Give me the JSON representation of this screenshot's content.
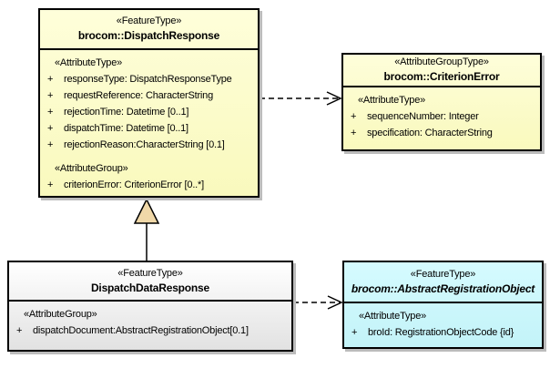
{
  "diagram": {
    "visibility_marker": "+",
    "classes": {
      "dispatch_response": {
        "stereotype": "«FeatureType»",
        "name": "brocom::DispatchResponse",
        "attribute_type_header": "«AttributeType»",
        "attribute_type_attrs": [
          "responseType: DispatchResponseType",
          "requestReference: CharacterString",
          "rejectionTime: Datetime [0..1]",
          "dispatchTime: Datetime [0..1]",
          "rejectionReason:CharacterString [0.1]"
        ],
        "attribute_group_header": "«AttributeGroup»",
        "attribute_group_attrs": [
          "criterionError: CriterionError [0..*]"
        ]
      },
      "criterion_error": {
        "stereotype": "«AttributeGroupType»",
        "name": "brocom::CriterionError",
        "attribute_type_header": "«AttributeType»",
        "attribute_type_attrs": [
          "sequenceNumber: Integer",
          "specification: CharacterString"
        ]
      },
      "dispatch_data_response": {
        "stereotype": "«FeatureType»",
        "name": "DispatchDataResponse",
        "attribute_group_header": "«AttributeGroup»",
        "attribute_group_attrs": [
          "dispatchDocument:AbstractRegistrationObject[0.1]"
        ]
      },
      "abstract_registration_object": {
        "stereotype": "«FeatureType»",
        "name": "brocom::AbstractRegistrationObject",
        "attribute_type_header": "«AttributeType»",
        "attribute_type_attrs": [
          "broId: RegistrationObjectCode {id}"
        ]
      }
    },
    "relationships": [
      {
        "type": "generalization",
        "from": "DispatchDataResponse",
        "to": "brocom::DispatchResponse"
      },
      {
        "type": "dependency",
        "from": "brocom::DispatchResponse",
        "to": "brocom::CriterionError"
      },
      {
        "type": "dependency",
        "from": "DispatchDataResponse",
        "to": "brocom::AbstractRegistrationObject"
      }
    ],
    "colors": {
      "class_fill_yellow": "#FBFBC4",
      "class_fill_plain": "#F0F0F0",
      "class_fill_cyan": "#CCF7FB",
      "border": "#000000",
      "shadow": "#BCBCBC",
      "generalization_arrowhead_fill": "#F0D8A8"
    }
  }
}
